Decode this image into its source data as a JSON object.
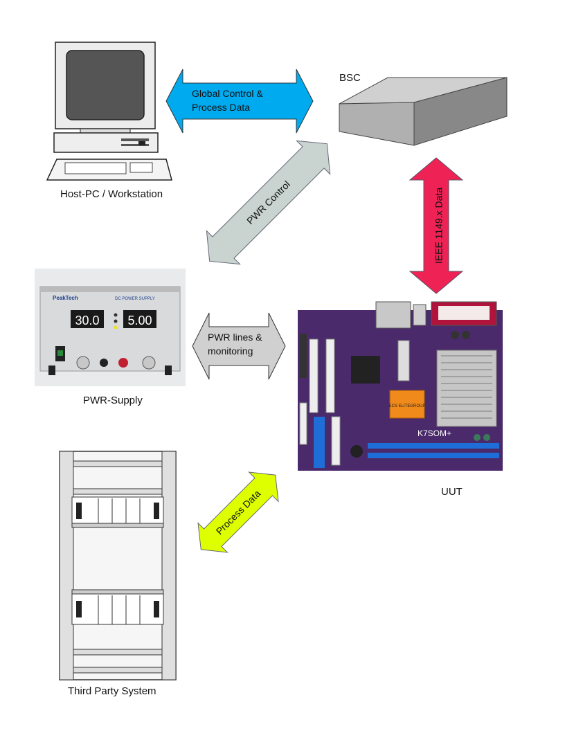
{
  "nodes": {
    "host": {
      "label": "Host-PC / Workstation"
    },
    "bsc": {
      "label": "BSC"
    },
    "psu": {
      "label": "PWR-Supply",
      "brand": "PeakTech",
      "title": "DC POWER SUPPLY",
      "volt_display": "30.0",
      "amp_display": "5.00"
    },
    "uut": {
      "label": "UUT",
      "brand": "ECS ELITEGROUP",
      "model": "K7SOM+"
    },
    "third": {
      "label": "Third Party System"
    }
  },
  "arrows": {
    "global": {
      "line1": "Global Control &",
      "line2": "Process Data",
      "color": "#00aaee"
    },
    "pwr_control": {
      "text": "PWR Control",
      "color": "#c9d3cf"
    },
    "ieee": {
      "text": "IEEE 1149.x Data",
      "color": "#ee2255"
    },
    "pwr_lines": {
      "line1": "PWR lines &",
      "line2": "monitoring",
      "color": "#d0d0d0"
    },
    "process": {
      "text": "Process Data",
      "color": "#ddff00"
    }
  }
}
